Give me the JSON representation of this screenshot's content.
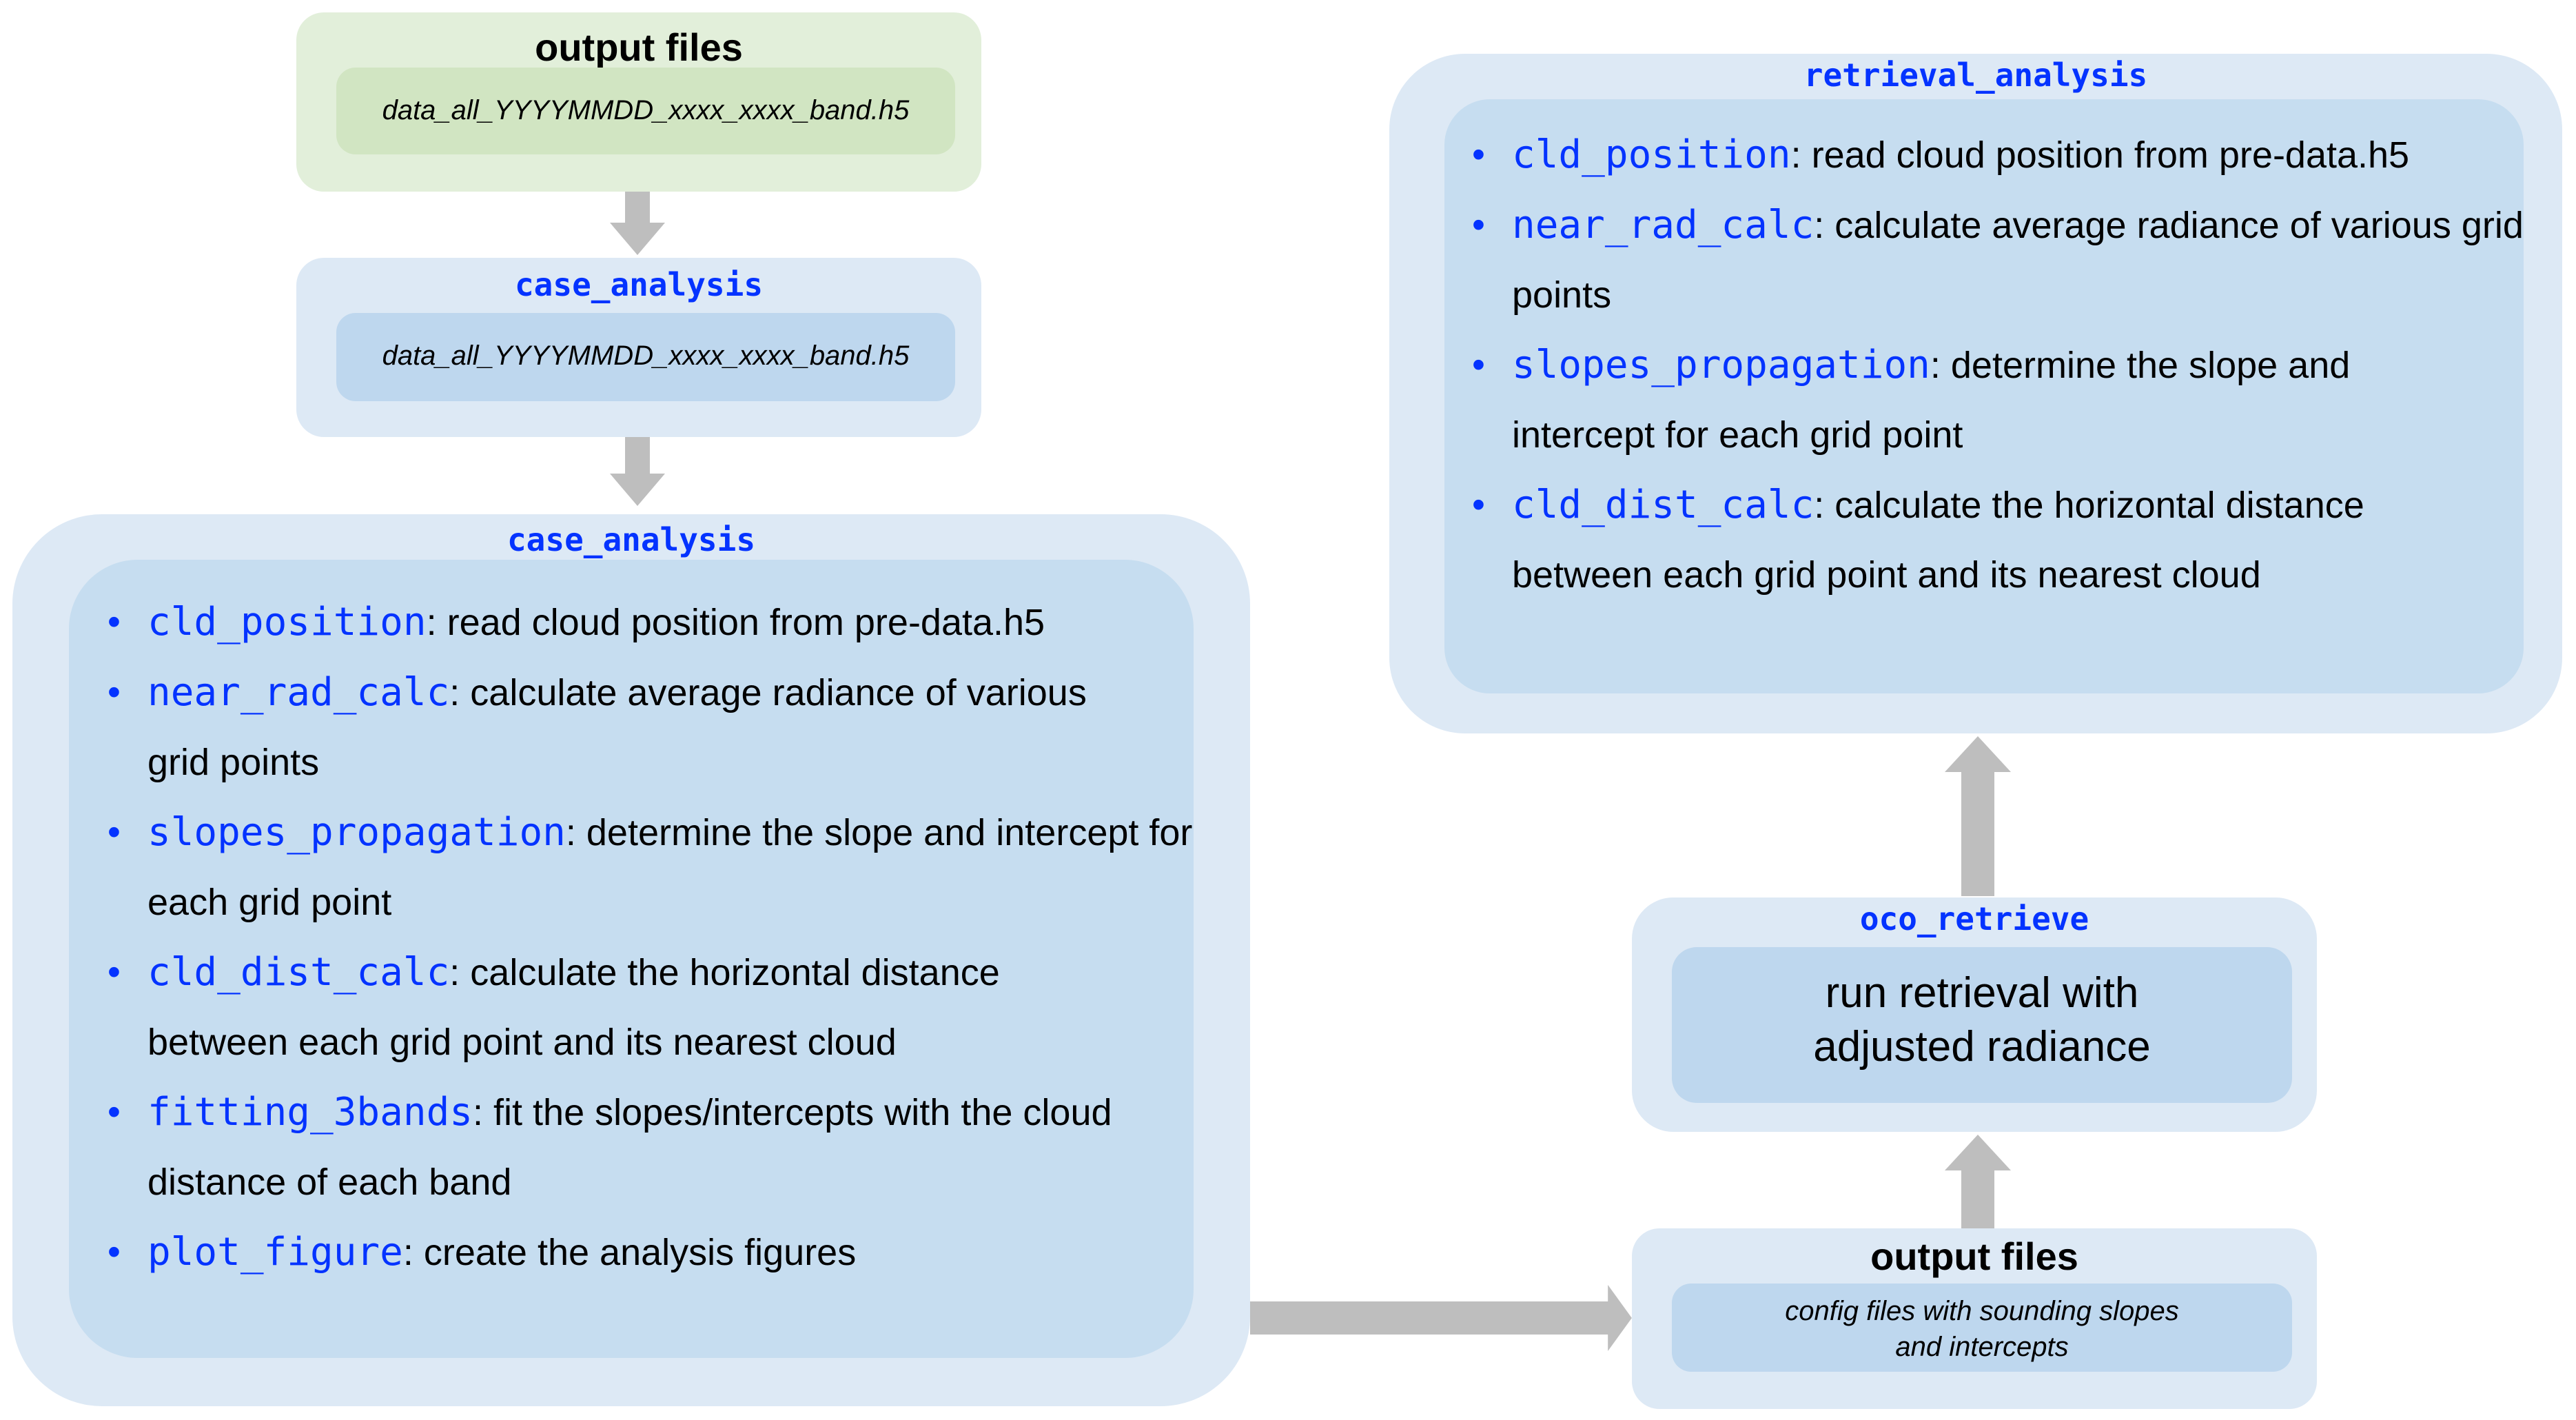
{
  "colors": {
    "outer_blue": "#dde9f5",
    "inner_blue": "#c6ddf0",
    "outer_green": "#e2efda",
    "inner_green": "#d1e5c2",
    "function_blue": "#0433ff",
    "arrow_gray": "#bebebe"
  },
  "output_files_top": {
    "title": "output files",
    "file": "data_all_YYYYMMDD_xxxx_xxxx_band.h5"
  },
  "case_analysis_small": {
    "title": "case_analysis",
    "file": "data_all_YYYYMMDD_xxxx_xxxx_band.h5"
  },
  "case_analysis_main": {
    "title": "case_analysis",
    "items": [
      {
        "name": "cld_position",
        "desc": ": read cloud position from pre-data.h5"
      },
      {
        "name": "near_rad_calc",
        "desc": ": calculate average radiance of various grid points"
      },
      {
        "name": "slopes_propagation",
        "desc": ": determine the slope and intercept for each grid point"
      },
      {
        "name": "cld_dist_calc",
        "desc": ": calculate the horizontal distance between each grid point and its nearest cloud"
      },
      {
        "name": "fitting_3bands",
        "desc": ": fit the slopes/intercepts with the cloud distance of each band"
      },
      {
        "name": "plot_figure",
        "desc": ": create the analysis figures"
      }
    ]
  },
  "retrieval_analysis": {
    "title": "retrieval_analysis",
    "items": [
      {
        "name": "cld_position",
        "desc": ": read cloud position from pre-data.h5"
      },
      {
        "name": "near_rad_calc",
        "desc": ": calculate average radiance of various grid points"
      },
      {
        "name": "slopes_propagation",
        "desc": ": determine the slope and intercept for each grid point"
      },
      {
        "name": "cld_dist_calc",
        "desc": ": calculate the horizontal distance between each grid point and its nearest cloud"
      }
    ]
  },
  "oco_retrieve": {
    "title": "oco_retrieve",
    "desc": "run retrieval with adjusted radiance"
  },
  "output_files_bottom": {
    "title": "output files",
    "file": "config files with sounding slopes and intercepts"
  }
}
